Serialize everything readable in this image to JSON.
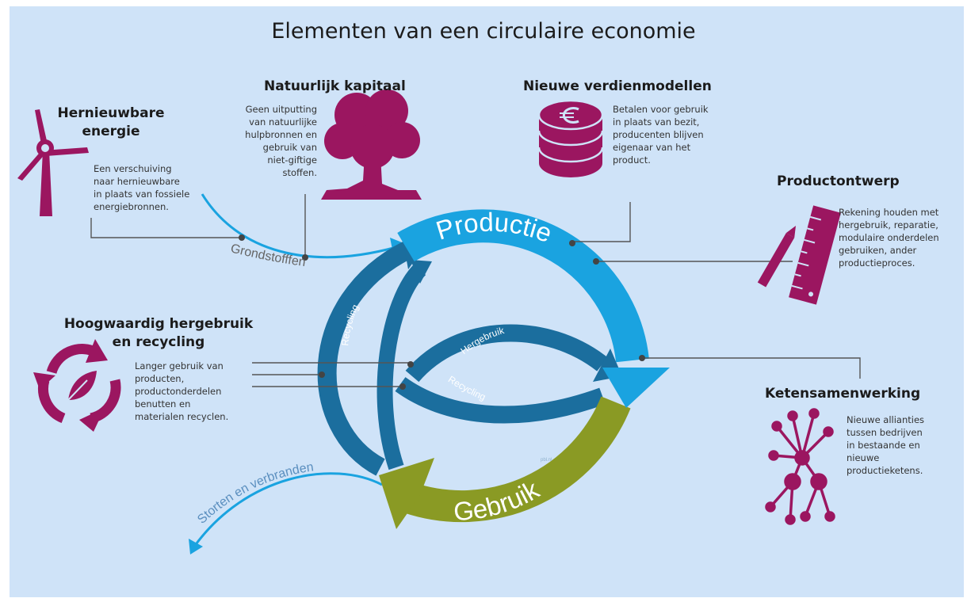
{
  "title": "Elementen van een circulaire economie",
  "colors": {
    "background": "#cfe3f8",
    "productie": "#1aa3e0",
    "cycle_dark": "#1b6e9e",
    "gebruik": "#8a9a24",
    "icon": "#9b1660",
    "line": "#555555"
  },
  "center": {
    "productie": "Productie",
    "gebruik": "Gebruik",
    "recycling_outer": "Recycling",
    "hergebruik": "Hergebruik",
    "recycling_inner": "Recycling",
    "grondstoffen": "Grondstofffen",
    "storten": "Storten en verbranden",
    "small_mark": "pbl.nl"
  },
  "elements": {
    "energie": {
      "icon": "wind-turbine-icon",
      "title_1": "Hernieuwbare",
      "title_2": "energie",
      "desc": [
        "Een verschuiving",
        "naar hernieuwbare",
        "in plaats van fossiele",
        "energiebronnen."
      ]
    },
    "kapitaal": {
      "icon": "tree-icon",
      "title": "Natuurlijk kapitaal",
      "desc": [
        "Geen uitputting",
        "van natuurlijke",
        "hulpbronnen en",
        "gebruik van",
        "niet-giftige",
        "stoffen."
      ]
    },
    "verdienmodellen": {
      "icon": "coin-stack-icon",
      "title": "Nieuwe verdienmodellen",
      "desc": [
        "Betalen voor gebruik",
        "in plaats van bezit,",
        "producenten blijven",
        "eigenaar van het",
        "product."
      ]
    },
    "ontwerp": {
      "icon": "ruler-pencil-icon",
      "title": "Productontwerp",
      "desc": [
        "Rekening houden met",
        "hergebruik, reparatie,",
        "modulaire onderdelen",
        "gebruiken, ander",
        "productieproces."
      ]
    },
    "hergebruik": {
      "icon": "recycle-leaf-icon",
      "title_1": "Hoogwaardig hergebruik",
      "title_2": "en recycling",
      "desc": [
        "Langer gebruik van",
        "producten,",
        "productonderdelen",
        "benutten en",
        "materialen recyclen."
      ]
    },
    "keten": {
      "icon": "network-icon",
      "title": "Ketensamenwerking",
      "desc": [
        "Nieuwe allianties",
        "tussen bedrijven",
        "in bestaande en",
        "nieuwe",
        "productieketens."
      ]
    }
  }
}
